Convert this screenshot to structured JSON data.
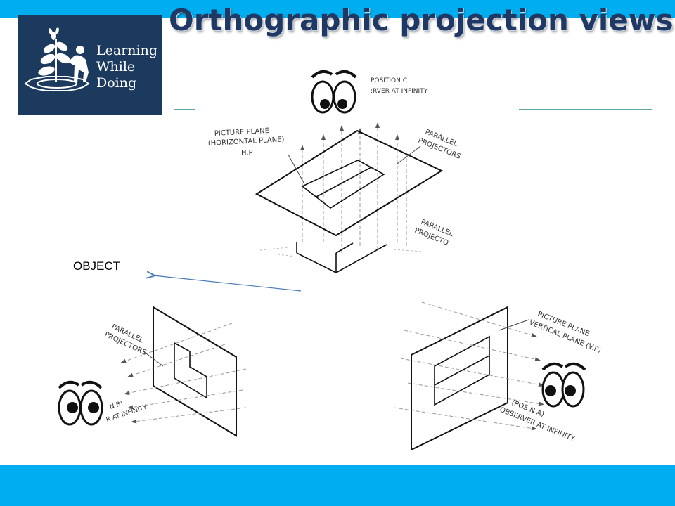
{
  "slide": {
    "title": "Orthographic projection views",
    "object_label": "OBJECT"
  },
  "logo": {
    "line1": "Learning",
    "line2": "While",
    "line3": "Doing"
  },
  "diagram": {
    "top_view": {
      "observer_line1": "POSITION C",
      "observer_line2": ":RVER AT INFINITY",
      "plane_line1": "PICTURE PLANE",
      "plane_line2": "(HORIZONTAL PLANE)",
      "plane_line3": "H.P",
      "projectors_upper_1": "PARALLEL",
      "projectors_upper_2": "PROJECTORS",
      "projectors_lower_1": "PARALLEL",
      "projectors_lower_2": "PROJECTO"
    },
    "left_view": {
      "projectors_1": "PARALLEL",
      "projectors_2": "PROJECTORS",
      "observer_1": "N B)",
      "observer_2": "R AT INFINITY"
    },
    "right_view": {
      "plane_line1": "PICTURE PLANE",
      "plane_line2": "VERTICAL PLANE (V.P)",
      "observer_1": "(POS   N A)",
      "observer_2": "OBSERVER AT INFINITY"
    }
  },
  "colors": {
    "accent_bar": "#00aeef",
    "title": "#1f3864",
    "logo_bg": "#1b3a5e",
    "pointer_arrow": "#4a7ab5"
  }
}
